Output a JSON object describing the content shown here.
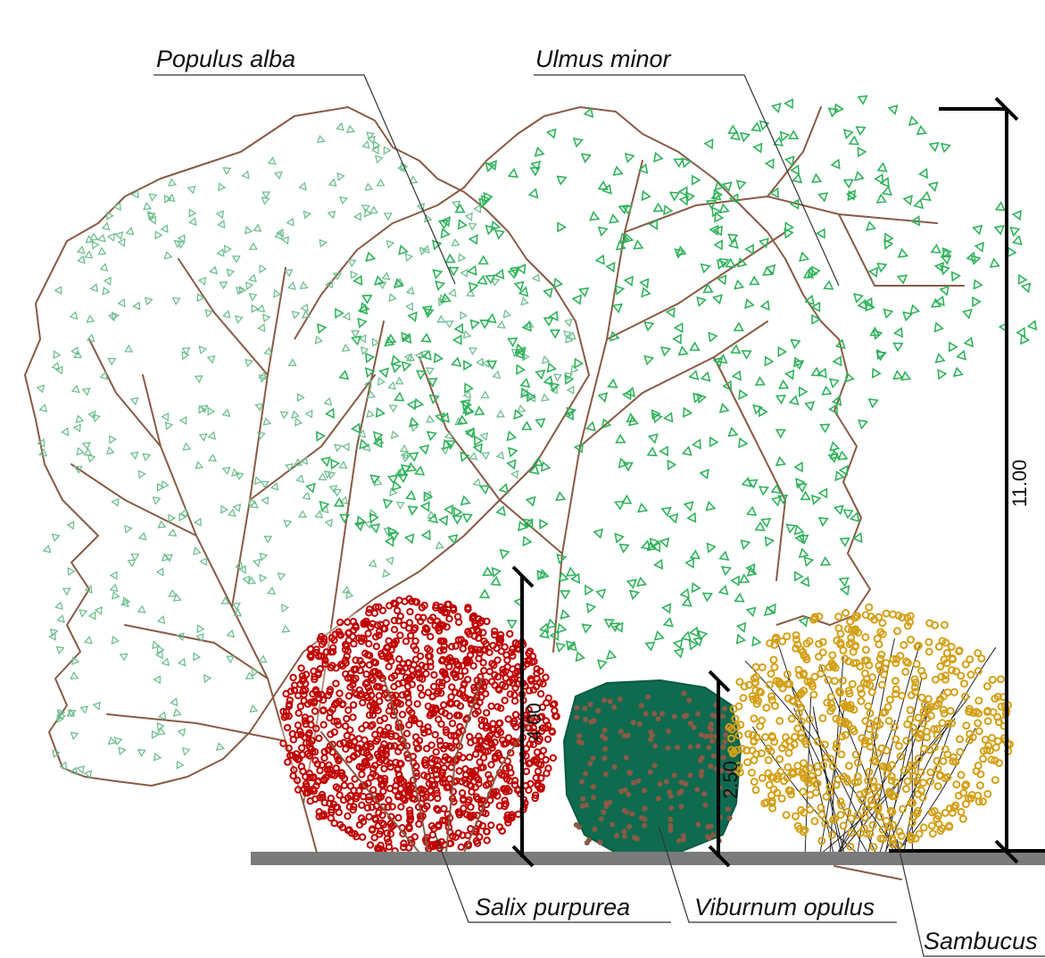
{
  "labels": {
    "populus": "Populus alba",
    "ulmus": "Ulmus minor",
    "salix": "Salix purpurea",
    "viburnum": "Viburnum opulus",
    "sambucus": "Sambucus"
  },
  "dimensions": {
    "total_height": "11.00",
    "salix_height": "4.00",
    "viburnum_height": "2.50"
  },
  "colors": {
    "populus_leaf": "#6fbf8f",
    "ulmus_leaf": "#2fb35a",
    "salix_leaf": "#c00000",
    "viburnum_fill": "#0e6b50",
    "viburnum_leaf": "#8a5a44",
    "sambucus_leaf": "#d4a017",
    "trunk": "#8a5a44",
    "ground": "#7b7b7b"
  }
}
